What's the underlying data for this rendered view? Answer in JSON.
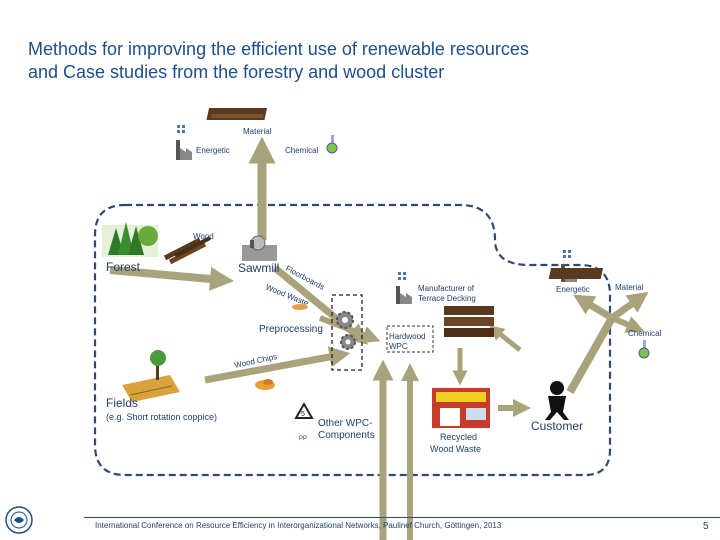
{
  "title": {
    "line1": "Methods for improving the efficient use of renewable resources",
    "line2": "and Case studies from the forestry and wood cluster"
  },
  "labels": {
    "material_top": "Material",
    "energetic_top": "Energetic",
    "chemical_top": "Chemical",
    "wood": "Wood",
    "forest": "Forest",
    "sawmill": "Sawmill",
    "floorboards": "Floorboards",
    "wood_waste": "Wood Waste",
    "preprocessing": "Preprocessing",
    "wood_chips": "Wood Chips",
    "fields": "Fields",
    "fields_sub": "(e.g. Short rotation coppice)",
    "manufacturer_line1": "Manufacturer of",
    "manufacturer_line2": "Terrace Decking",
    "hardwood": "Hardwood",
    "wpc": "WPC",
    "other_wpc_line1": "Other WPC-",
    "other_wpc_line2": "Components",
    "pp": "PP",
    "recycled_line1": "Recycled",
    "recycled_line2": "Wood Waste",
    "customer": "Customer",
    "energetic_right": "Energetic",
    "material_right": "Material",
    "chemical_right": "Chemical"
  },
  "footer": {
    "text": "International Conference on Resource Efficiency in Interorganizational Networks, Paulinef Church, Göttingen, 2013",
    "page": "5"
  },
  "colors": {
    "title": "#1f4e8c",
    "arrow": "#a8a37a",
    "label": "#1f3f6e",
    "boundary": "#2f4a6e"
  },
  "icons": [
    "factory-icon",
    "flask-icon",
    "tree-icon",
    "log-icon",
    "sawmill-icon",
    "gear-icon",
    "recycle-icon",
    "person-icon",
    "shop-icon",
    "plank-icon",
    "wood-chips-icon",
    "plant-icon"
  ]
}
